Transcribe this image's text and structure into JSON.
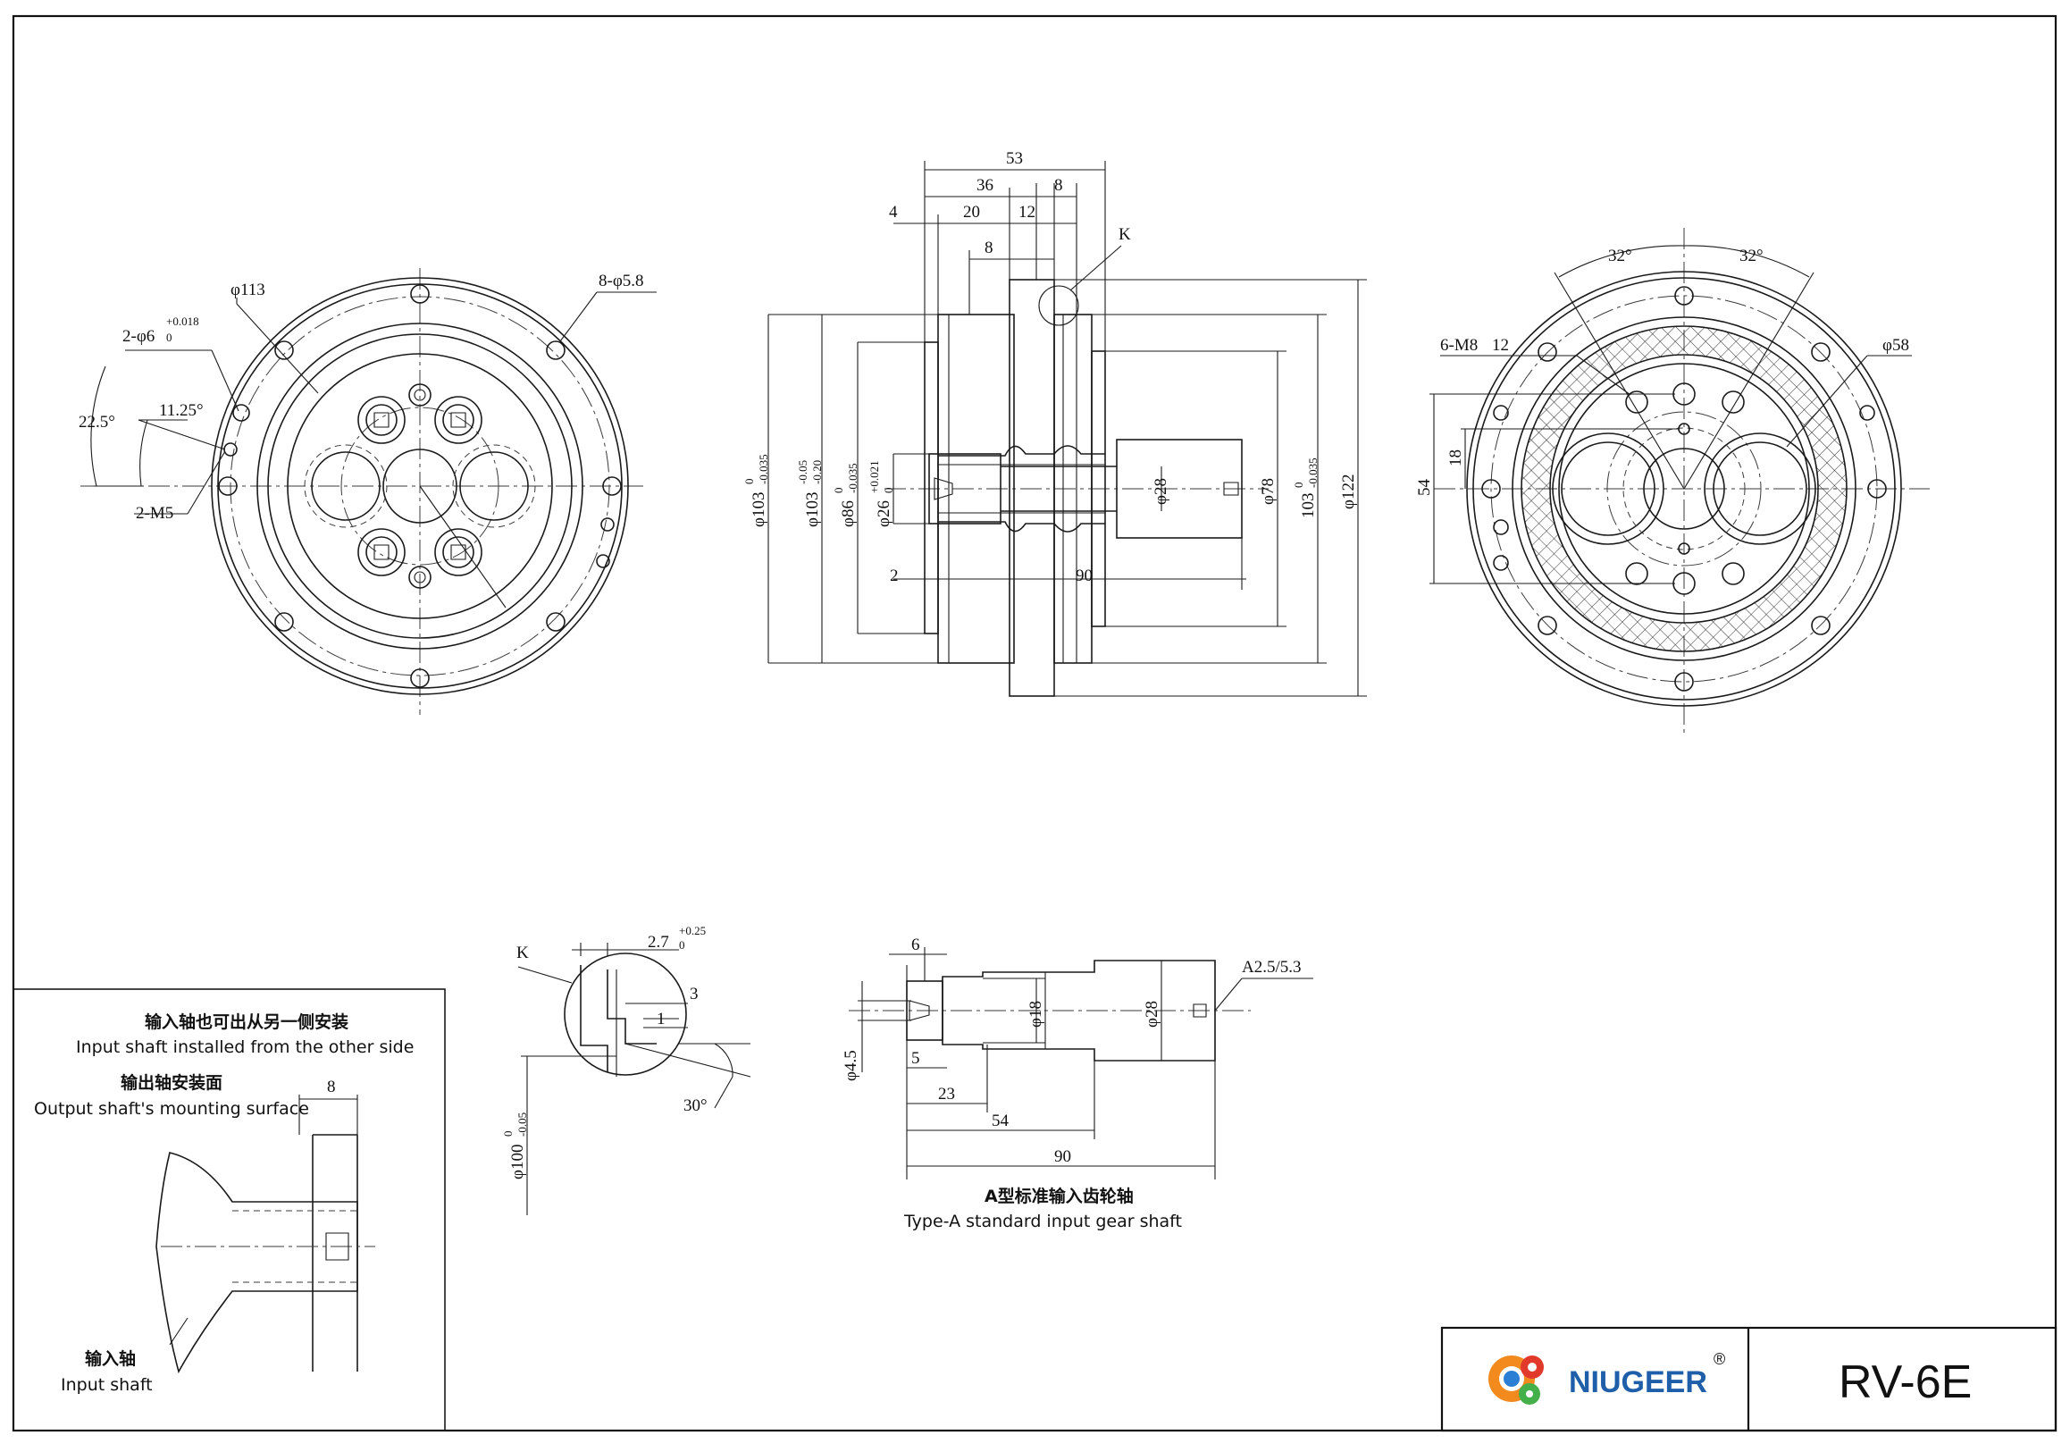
{
  "title_block": {
    "brand": "NIUGEER",
    "registered_mark": "®",
    "model": "RV-6E"
  },
  "front_view": {
    "labels": {
      "d113": "φ113",
      "pin": "2-φ6",
      "pin_tol": "+0.018",
      "pin_tol_low": "0",
      "holes": "8-φ5.8",
      "angle_22": "22.5°",
      "angle_11": "11.25°",
      "m5": "2-M5"
    }
  },
  "section_view": {
    "labels": {
      "d53": "53",
      "d36": "36",
      "d8a": "8",
      "d4": "4",
      "d20": "20",
      "d12": "12",
      "d8b": "8",
      "k": "K",
      "d2": "2",
      "d90": "90",
      "dia103a": "φ103",
      "dia103a_tol_hi": "0",
      "dia103a_tol_lo": "-0.035",
      "dia103b": "φ103",
      "dia103b_tol_hi": "-0.05",
      "dia103b_tol_lo": "-0.20",
      "dia86": "φ86",
      "dia86_tol_hi": "0",
      "dia86_tol_lo": "-0.035",
      "dia26": "φ26",
      "dia26_tol_hi": "+0.021",
      "dia26_tol_lo": "0",
      "dia28": "φ28",
      "dia78": "φ78",
      "dia103c": "103",
      "dia103c_tol_hi": "0",
      "dia103c_tol_lo": "-0.035",
      "dia122": "φ122"
    }
  },
  "rear_view": {
    "labels": {
      "ang_left": "32°",
      "ang_right": "32°",
      "m8": "6-M8",
      "m8_depth": "12",
      "d58": "φ58",
      "d54": "54",
      "d18": "18"
    }
  },
  "detail_k": {
    "labels": {
      "k": "K",
      "d27": "2.7",
      "d27_tol_hi": "+0.25",
      "d27_tol_lo": "0",
      "d3": "3",
      "d1": "1",
      "ang30": "30°",
      "dia100": "φ100",
      "dia100_tol_hi": "0",
      "dia100_tol_lo": "-0.05"
    }
  },
  "input_shaft": {
    "labels": {
      "d6": "6",
      "a25": "A2.5/5.3",
      "dia18": "φ18",
      "dia28": "φ28",
      "dia45": "φ4.5",
      "d5": "5",
      "d23": "23",
      "d54": "54",
      "d90": "90"
    },
    "caption_cn": "A型标准输入齿轮轴",
    "caption_en": "Type-A standard input gear shaft"
  },
  "note_box": {
    "line1_cn": "输入轴也可出从另一侧安装",
    "line1_en": "Input shaft installed from the other side",
    "line2_cn": "输出轴安装面",
    "line2_en": "Output shaft's mounting surface",
    "dim8": "8",
    "line3_cn": "输入轴",
    "line3_en": "Input shaft"
  }
}
